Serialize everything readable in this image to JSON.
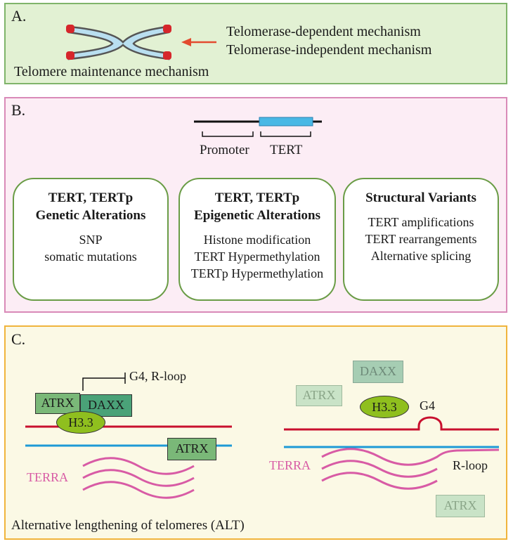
{
  "panel_a": {
    "label": "A.",
    "arrow_texts": [
      "Telomerase-dependent mechanism",
      "Telomerase-independent mechanism"
    ],
    "caption": "Telomere maintenance mechanism"
  },
  "panel_b": {
    "label": "B.",
    "gene_labels": [
      "Promoter",
      "TERT"
    ],
    "boxes": [
      {
        "title": [
          "TERT, TERTp",
          "Genetic Alterations"
        ],
        "items": [
          "SNP",
          "somatic mutations"
        ]
      },
      {
        "title": [
          "TERT, TERTp",
          "Epigenetic Alterations"
        ],
        "items": [
          "Histone modification",
          "TERT Hypermethylation",
          "TERTp Hypermethylation"
        ]
      },
      {
        "title": [
          "Structural Variants"
        ],
        "items": [
          "TERT amplifications",
          "TERT rearrangements",
          "Alternative splicing"
        ]
      }
    ]
  },
  "panel_c": {
    "label": "C.",
    "left": {
      "inhibition": "G4, R-loop",
      "atrx": "ATRX",
      "daxx": "DAXX",
      "h33": "H3.3",
      "atrx_lower": "ATRX",
      "terra": "TERRA"
    },
    "right": {
      "daxx": "DAXX",
      "atrx": "ATRX",
      "h33": "H3.3",
      "g4": "G4",
      "terra": "TERRA",
      "rloop": "R-loop",
      "atrx_lower": "ATRX"
    },
    "caption": "Alternative lengthening of telomeres (ALT)"
  },
  "colors": {
    "chromosome": "#b9dff0",
    "telomere_cap": "#d6262b",
    "arrow": "#e34b2f",
    "tert_region": "#49b8e5",
    "red_strand": "#c8102e",
    "blue_strand": "#1e9ad6",
    "terra": "#d85ba5",
    "h33": "#8fbf1e",
    "atrx": "#7ab878",
    "daxx": "#4aa278"
  }
}
